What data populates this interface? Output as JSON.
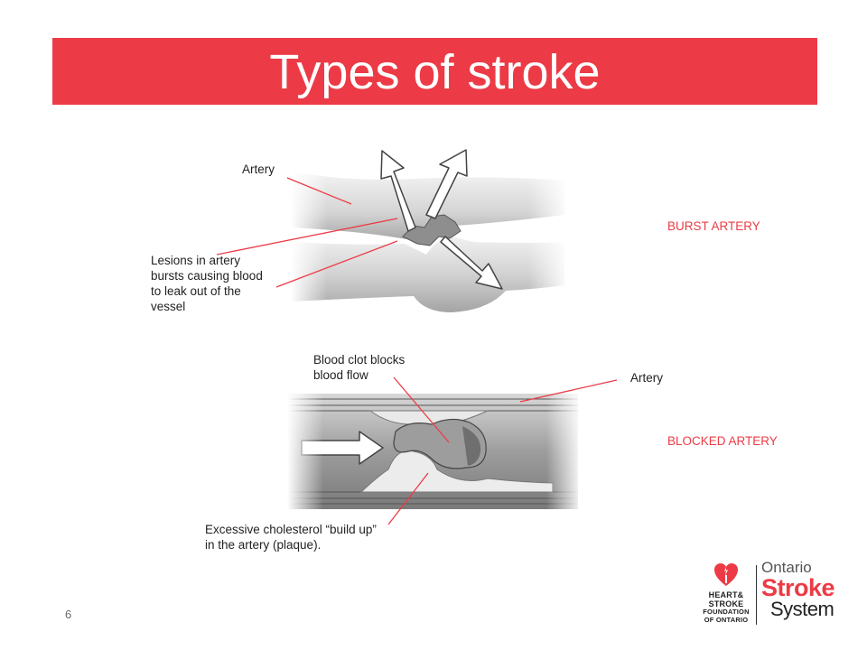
{
  "slide": {
    "title": "Types of stroke",
    "page_number": "6"
  },
  "burst": {
    "label_artery": "Artery",
    "label_lesion": [
      "Lesions in artery",
      "bursts causing blood",
      "to leak out of the",
      "vessel"
    ],
    "tag": "BURST ARTERY"
  },
  "blocked": {
    "label_clot": [
      "Blood clot blocks",
      "blood flow"
    ],
    "label_artery": "Artery",
    "tag": "BLOCKED ARTERY",
    "label_cholesterol": [
      "Excessive cholesterol “build up”",
      "in the artery (plaque)."
    ]
  },
  "logo": {
    "hs_line1": "HEART&",
    "hs_line2": "STROKE",
    "hs_line3": "FOUNDATION",
    "hs_line4": "OF ONTARIO",
    "os_line1": "Ontario",
    "os_line2": "Stroke",
    "os_line3": "System"
  },
  "colors": {
    "accent": "#ec3b46",
    "text": "#222222"
  }
}
